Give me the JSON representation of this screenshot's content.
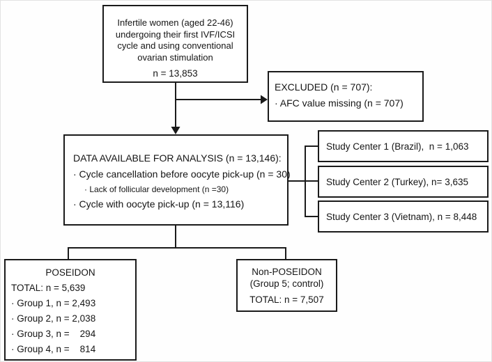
{
  "colors": {
    "line": "#1a1a1a",
    "background": "#fefefe"
  },
  "boxes": {
    "population": {
      "line1": "Infertile women (aged 22-46)",
      "line2": "undergoing their first IVF/ICSI",
      "line3": "cycle and using conventional",
      "line4": "ovarian stimulation",
      "n_label": "n = 13,853"
    },
    "excluded": {
      "title": "EXCLUDED (n = 707):",
      "bullet1": "· AFC value missing (n = 707)"
    },
    "analysis": {
      "title": "DATA AVAILABLE FOR ANALYSIS (n = 13,146):",
      "bullet1": "· Cycle cancellation before oocyte pick-up (n = 30)",
      "sub_bullet": "· Lack of follicular development (n =30)",
      "bullet2": "· Cycle with oocyte pick-up (n = 13,116)"
    },
    "centers": [
      "Study Center 1 (Brazil),  n = 1,063",
      "Study Center 2 (Turkey), n= 3,635",
      "Study Center 3 (Vietnam), n = 8,448"
    ],
    "poseidon": {
      "title": "POSEIDON",
      "total": "TOTAL: n = 5,639",
      "group1": "· Group 1, n = 2,493",
      "group2": "· Group 2, n = 2,038",
      "group3": "· Group 3, n =    294",
      "group4": "· Group 4, n =    814"
    },
    "non_poseidon": {
      "title": "Non-POSEIDON",
      "subtitle": "(Group 5; control)",
      "total": "TOTAL: n = 7,507"
    }
  }
}
